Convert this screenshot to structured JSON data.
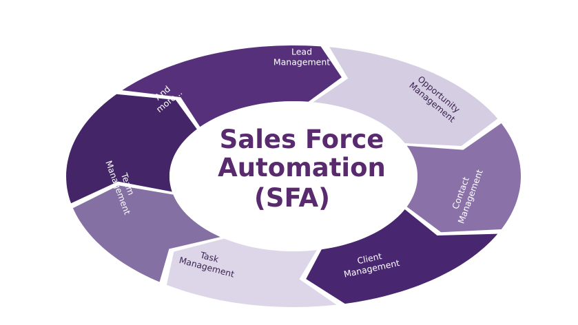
{
  "diagram": {
    "center_title_lines": [
      "Sales Force",
      "Automation",
      "(SFA)"
    ],
    "center_text_color": "#5a2a6e",
    "segments": [
      {
        "lines": [
          "Lead",
          "Management"
        ],
        "fill": "#56307a",
        "text_color": "#ffffff"
      },
      {
        "lines": [
          "Opportunity",
          "Management"
        ],
        "fill": "#d5cde2",
        "text_color": "#3a2450"
      },
      {
        "lines": [
          "Contact",
          "Management"
        ],
        "fill": "#8a72a8",
        "text_color": "#ffffff"
      },
      {
        "lines": [
          "Client",
          "Management"
        ],
        "fill": "#482670",
        "text_color": "#ffffff"
      },
      {
        "lines": [
          "Task",
          "Management"
        ],
        "fill": "#ddd6e8",
        "text_color": "#3a2450"
      },
      {
        "lines": [
          "Team",
          "Management"
        ],
        "fill": "#8470a2",
        "text_color": "#ffffff"
      },
      {
        "lines": [
          "And",
          "more..."
        ],
        "fill": "#442668",
        "text_color": "#ffffff"
      }
    ]
  }
}
